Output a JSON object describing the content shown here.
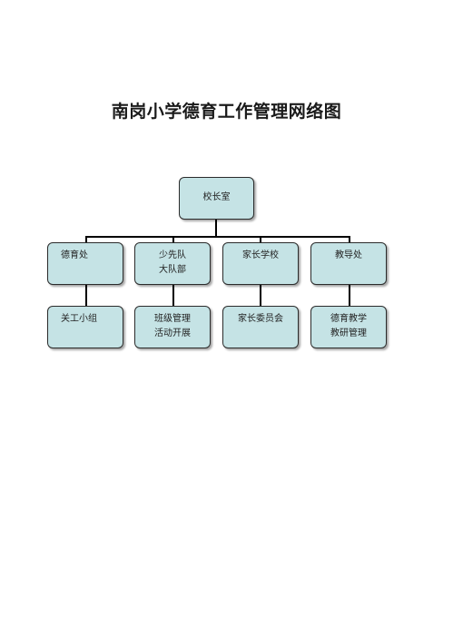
{
  "title": "南岗小学德育工作管理网络图",
  "root": {
    "label": "校长室"
  },
  "level1": [
    {
      "lines": [
        "德育处"
      ]
    },
    {
      "lines": [
        "少先队",
        "大队部"
      ]
    },
    {
      "lines": [
        "家长学校"
      ]
    },
    {
      "lines": [
        "教导处"
      ]
    }
  ],
  "level2": [
    {
      "lines": [
        "关工小组"
      ]
    },
    {
      "lines": [
        "班级管理",
        "活动开展"
      ]
    },
    {
      "lines": [
        "家长委员会"
      ]
    },
    {
      "lines": [
        "德育教学",
        "教研管理"
      ]
    }
  ]
}
